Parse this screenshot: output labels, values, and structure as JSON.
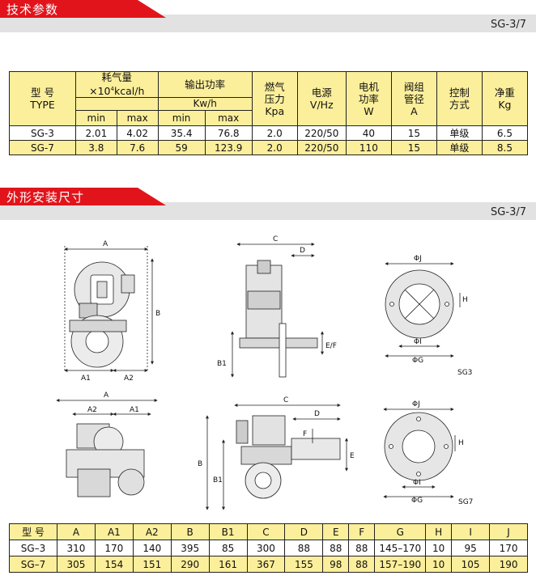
{
  "sections": {
    "tech": {
      "title": "技术参数",
      "model": "SG-3/7"
    },
    "dims": {
      "title": "外形安装尺寸",
      "model": "SG-3/7"
    }
  },
  "spec_table": {
    "col_type_cn": "型 号",
    "col_type_en": "TYPE",
    "col_gas_cn": "耗气量",
    "col_gas_unit_pre": "×10",
    "col_gas_unit_sup": "4",
    "col_gas_unit_post": "kcal/h",
    "col_power_cn": "输出功率",
    "col_power_unit": "Kw/h",
    "col_pressure_cn1": "燃气",
    "col_pressure_cn2": "压力",
    "col_pressure_unit": "Kpa",
    "col_voltage_cn": "电源",
    "col_voltage_unit": "V/Hz",
    "col_motor_cn1": "电机",
    "col_motor_cn2": "功率",
    "col_motor_unit": "W",
    "col_valve_cn1": "阀组",
    "col_valve_cn2": "管径",
    "col_valve_unit": "A",
    "col_control_cn1": "控制",
    "col_control_cn2": "方式",
    "col_weight_cn": "净重",
    "col_weight_unit": "Kg",
    "min": "min",
    "max": "max",
    "rows": [
      {
        "type": "SG-3",
        "gas_min": "2.01",
        "gas_max": "4.02",
        "pw_min": "35.4",
        "pw_max": "76.8",
        "pressure": "2.0",
        "voltage": "220/50",
        "motor": "40",
        "valve": "15",
        "control": "单级",
        "weight": "6.5"
      },
      {
        "type": "SG-7",
        "gas_min": "3.8",
        "gas_max": "7.6",
        "pw_min": "59",
        "pw_max": "123.9",
        "pressure": "2.0",
        "voltage": "220/50",
        "motor": "110",
        "valve": "15",
        "control": "单级",
        "weight": "8.5"
      }
    ]
  },
  "drawings": {
    "labels": {
      "A": "A",
      "A1": "A1",
      "A2": "A2",
      "B": "B",
      "B1": "B1",
      "C": "C",
      "D": "D",
      "E": "E",
      "F": "F",
      "EF": "E/F",
      "H": "H",
      "PhiJ": "ΦJ",
      "PhiI": "ΦI",
      "PhiG": "ΦG"
    },
    "flange_top_caption": "SG3",
    "flange_bottom_caption": "SG7"
  },
  "dim_table": {
    "headers": [
      "型 号",
      "A",
      "A1",
      "A2",
      "B",
      "B1",
      "C",
      "D",
      "E",
      "F",
      "G",
      "H",
      "I",
      "J"
    ],
    "rows": [
      [
        "SG–3",
        "310",
        "170",
        "140",
        "395",
        "85",
        "300",
        "88",
        "88",
        "88",
        "145–170",
        "10",
        "95",
        "170"
      ],
      [
        "SG–7",
        "305",
        "154",
        "151",
        "290",
        "161",
        "367",
        "155",
        "98",
        "88",
        "157–190",
        "10",
        "105",
        "190"
      ]
    ]
  },
  "colors": {
    "accent_red": "#e1141b",
    "yellow": "#fcef9b",
    "bar_gray": "#e2e2e2"
  }
}
